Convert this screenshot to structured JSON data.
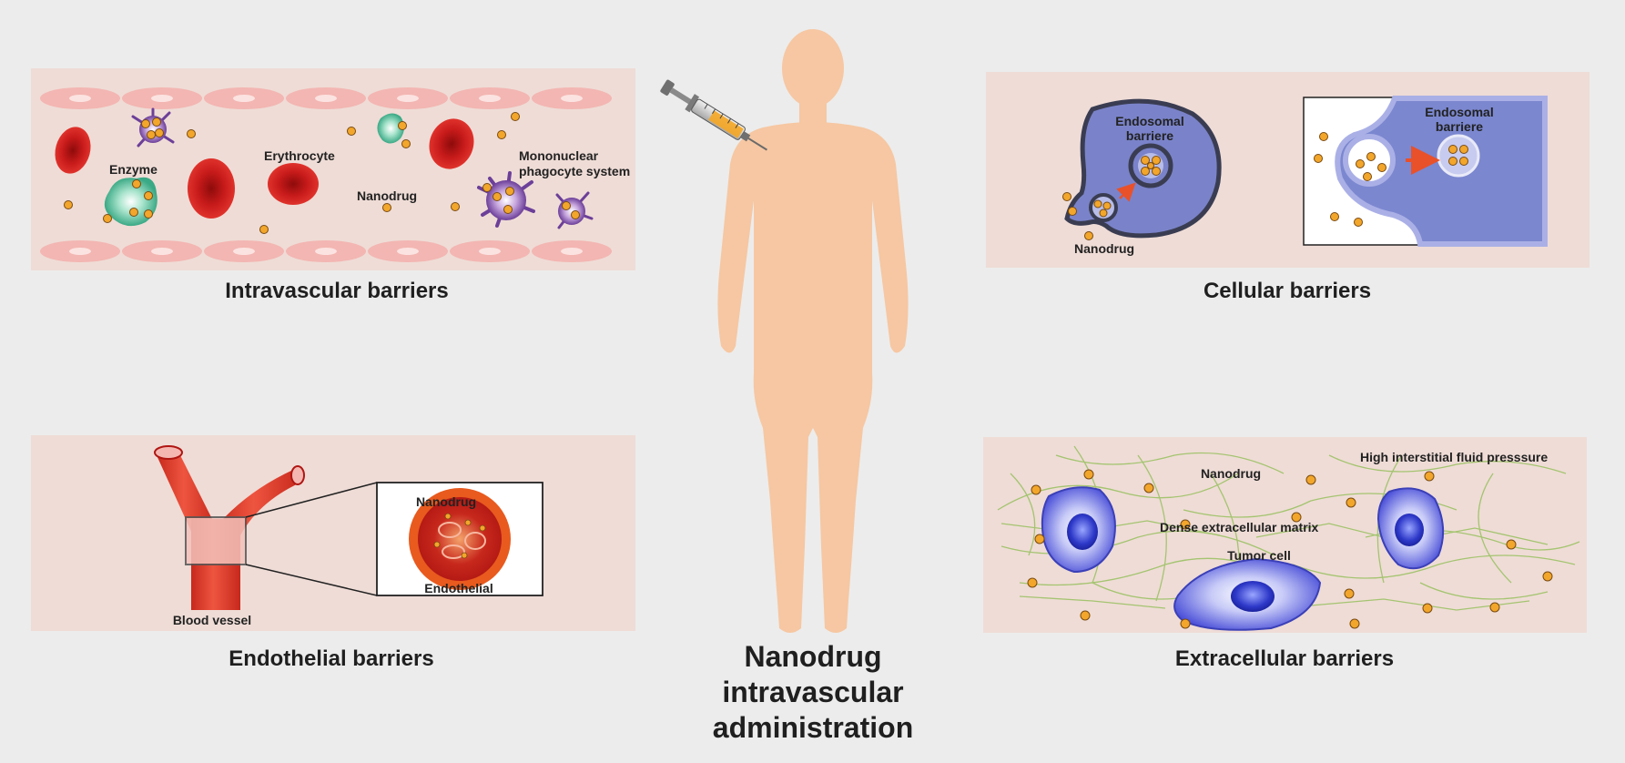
{
  "colors": {
    "page_background": "#ececec",
    "panel_background": "#efdcd6",
    "erythrocyte": "#c61a1a",
    "nanodrug": "#f2a62b",
    "body": "#f6c7a2",
    "cell_membrane": "#7a83c9",
    "tumor_cell": "#4f57e0",
    "matrix_fiber": "#9cc266",
    "arrow": "#e8512a"
  },
  "center": {
    "title_lines": [
      "Nanodrug",
      "intravascular",
      "administration"
    ],
    "icons": [
      "human-body-icon",
      "syringe-icon"
    ]
  },
  "panels": {
    "intravascular": {
      "title": "Intravascular barriers",
      "labels": {
        "enzyme": "Enzyme",
        "erythrocyte": "Erythrocyte",
        "nanodrug": "Nanodrug",
        "mps_line1": "Mononuclear",
        "mps_line2": "phagocyte system"
      }
    },
    "cellular": {
      "title": "Cellular barriers",
      "labels": {
        "endosomal_line1": "Endosomal",
        "endosomal_line2": "barriere",
        "nanodrug": "Nanodrug",
        "endosomal_inset_line1": "Endosomal",
        "endosomal_inset_line2": "barriere"
      }
    },
    "endothelial": {
      "title": "Endothelial barriers",
      "labels": {
        "blood_vessel": "Blood vessel",
        "nanodrug": "Nanodrug",
        "endothelial": "Endothelial"
      }
    },
    "extracellular": {
      "title": "Extracellular barriers",
      "labels": {
        "nanodrug": "Nanodrug",
        "pressure": "High interstitial fluid presssure",
        "matrix": "Dense extracellular matrix",
        "tumor_cell": "Tumor cell"
      }
    }
  }
}
